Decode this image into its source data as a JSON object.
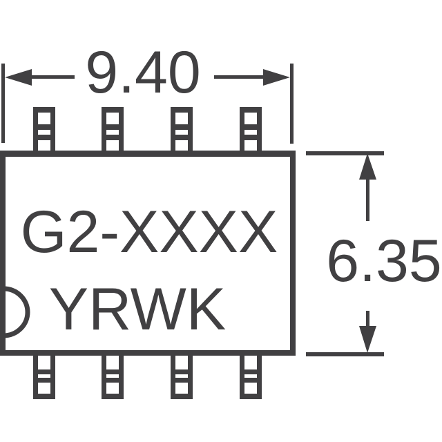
{
  "diagram": {
    "title": "SOP-8 package marking outline",
    "stroke_color": "#414042",
    "background_color": "#ffffff",
    "dimensions": {
      "width_label": "9.40",
      "height_label": "6.35"
    },
    "marking": {
      "line1": "G2-XXXX",
      "line2": "YRWK"
    },
    "pins": {
      "top_count": 4,
      "bottom_count": 4
    },
    "pin1_indicator": "notch-semicircle-left"
  }
}
